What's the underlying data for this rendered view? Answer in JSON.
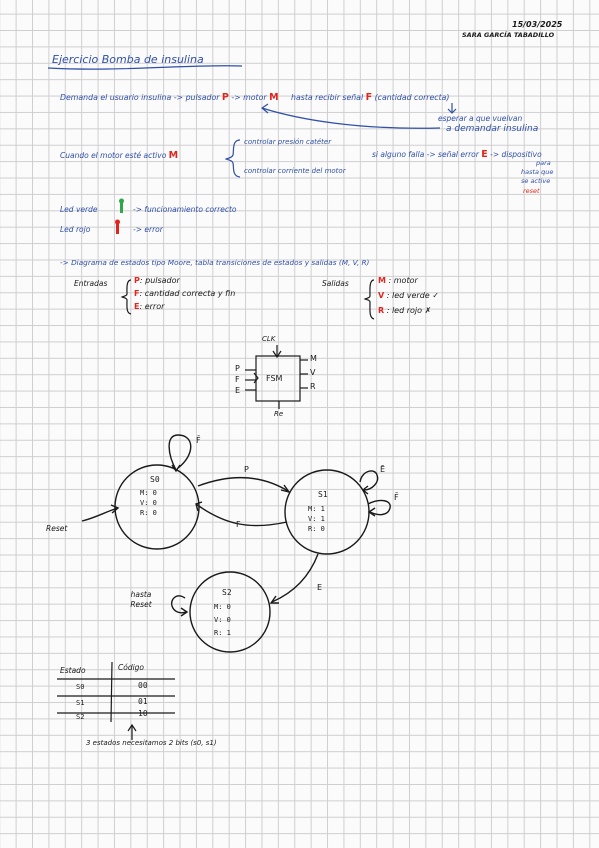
{
  "header": {
    "date": "15/03/2025",
    "author": "SARA GARCÍA TABADILLO",
    "title": "Ejercicio Bomba de insulina"
  },
  "line1": {
    "a": "Demanda el usuario insulina ->",
    "b": "pulsador",
    "p": "P",
    "c": "-> motor",
    "m": "M",
    "d": "hasta recibir señal",
    "f": "F",
    "e": "(cantidad correcta)"
  },
  "note1": {
    "l1": "esperar a que vuelvan",
    "l2": "a demandar insulina"
  },
  "line2": {
    "a": "Cuando el motor esté activo",
    "m": "M",
    "b1": "controlar presión catéter",
    "b2": "controlar corriente del motor",
    "c": "si alguno falla -> señal error",
    "e": "E",
    "d": "-> dispositivo",
    "d2": "para",
    "d3": "hasta que",
    "d4": "se active",
    "d5": "reset"
  },
  "leds": {
    "green": "Led verde",
    "green_desc": "-> funcionamiento correcto",
    "red": "Led rojo",
    "red_desc": "-> error"
  },
  "moore": "-> Diagrama de estados tipo Moore, tabla transiciones de estados y salidas (M, V, R)",
  "inputs": {
    "label": "Entradas",
    "p": "P",
    "p_desc": ": pulsador",
    "f": "F",
    "f_desc": ": cantidad correcta y fin",
    "e": "E",
    "e_desc": ": error"
  },
  "outputs": {
    "label": "Salidas",
    "m": "M",
    "m_desc": ": motor",
    "v": "V",
    "v_desc": ": led verde ✓",
    "r": "R",
    "r_desc": ": led rojo ✗"
  },
  "fsm": {
    "clk": "CLK",
    "name": "FSM",
    "in_p": "P",
    "in_f": "F",
    "in_e": "E",
    "out_m": "M",
    "out_v": "V",
    "out_r": "R",
    "reset": "Re"
  },
  "states": [
    {
      "name": "S0",
      "m": "M: 0",
      "v": "V: 0",
      "r": "R: 0",
      "self_loop": "F̄"
    },
    {
      "name": "S1",
      "m": "M: 1",
      "v": "V: 1",
      "r": "R: 0",
      "self_loop_1": "Ē",
      "self_loop_2": "F̄"
    },
    {
      "name": "S2",
      "m": "M: 0",
      "v": "V: 0",
      "r": "R: 1",
      "self_loop": "hasta Reset"
    }
  ],
  "transitions": {
    "s0_s1": "P",
    "s1_s0": "F",
    "s1_s2": "E",
    "reset": "Reset"
  },
  "table": {
    "headers": [
      "Estado",
      "Código"
    ],
    "rows": [
      [
        "S0",
        "00"
      ],
      [
        "S1",
        "01"
      ],
      [
        "S2",
        "10"
      ]
    ],
    "note": "3 estados necesitamos 2 bits (s0, s1)"
  },
  "colors": {
    "blue_ink": "#2f4fa8",
    "red_ink": "#e0261c",
    "black_ink": "#1a1a1a",
    "led_green": "#2fa84a"
  }
}
